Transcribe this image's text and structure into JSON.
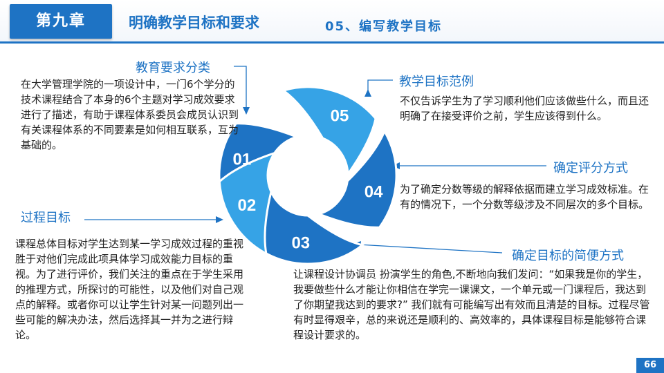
{
  "header": {
    "chapter": "第九章",
    "title": "明确教学目标和要求",
    "section": "05、编写教学目标"
  },
  "diagram": {
    "labels": [
      "01",
      "02",
      "03",
      "04",
      "05"
    ],
    "colors": {
      "dark": "#1e73c4",
      "light": "#36a3e6"
    }
  },
  "blocks": {
    "b1": {
      "heading": "教育要求分类",
      "text": "在大学管理学院的一项设计中，一门6个学分的技术课程结合了本身的6个主题对学习成效要求进行了描述，有助于课程体系委员会成员认识到有关课程体系的不同要素是如何相互联系，互为基础的。"
    },
    "b2": {
      "heading": "过程目标",
      "text": "课程总体目标对学生达到某一学习成效过程的重视胜于对他们完成此项具体学习成效能力目标的重视。为了进行评价，我们关注的重点在于学生采用的推理方式，所探讨的可能性，以及他们对自己观点的解释。或者你可以让学生针对某一问题列出一些可能的解决办法，然后选择其一并为之进行辩论。"
    },
    "b3": {
      "heading": "确定目标的简便方式",
      "text": "让课程设计协调员  扮演学生的角色,不断地向我们发问：“如果我是你的学生，我要做些什么才能让你相信在学完一课课文，一个单元或一门课程后，我达到了你期望我达到的要求?”  我们就有可能编写出有效而且清楚的目标。过程尽管有时显得艰辛，总的来说还是顺利的、高效率的，具体课程目标是能够符合课程设计要求的。"
    },
    "b4": {
      "heading": "确定评分方式",
      "text": "为了确定分数等级的解释依据而建立学习成效标准。在有的情况下，一个分数等级涉及不同层次的多个目标。"
    },
    "b5": {
      "heading": "教学目标范例",
      "text": "不仅告诉学生为了学习顺利他们应该做些什么，而且还明确了在接受评价之前，学生应该得到什么。"
    }
  },
  "page_number": "66"
}
